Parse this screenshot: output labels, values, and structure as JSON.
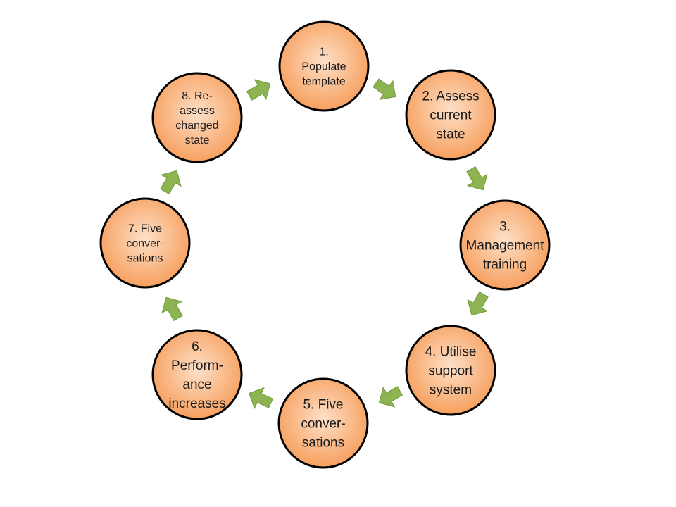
{
  "diagram": {
    "type": "cycle",
    "colors": {
      "node_fill_center": "#fde0c8",
      "node_fill_edge": "#f69a55",
      "node_stroke": "#000000",
      "arrow_fill": "#8db451",
      "arrow_stroke": "#6f9a3a",
      "text": "#1a1a1a"
    },
    "arrow_icon": "chevron-arrow",
    "nodes": [
      {
        "id": "step-1",
        "lines": [
          "1.",
          "Populate",
          "template"
        ]
      },
      {
        "id": "step-2",
        "lines": [
          "2. Assess",
          "current",
          "state"
        ]
      },
      {
        "id": "step-3",
        "lines": [
          "3.",
          "Management",
          "training"
        ]
      },
      {
        "id": "step-4",
        "lines": [
          "4. Utilise",
          "support",
          "system"
        ]
      },
      {
        "id": "step-5",
        "lines": [
          "5. Five",
          "conver-",
          "sations"
        ]
      },
      {
        "id": "step-6",
        "lines": [
          "6.",
          "Perform-",
          "ance",
          "increases"
        ]
      },
      {
        "id": "step-7",
        "lines": [
          "7. Five",
          "conver-",
          "sations"
        ]
      },
      {
        "id": "step-8",
        "lines": [
          "8. Re-",
          "assess",
          "changed",
          "state"
        ]
      }
    ]
  }
}
